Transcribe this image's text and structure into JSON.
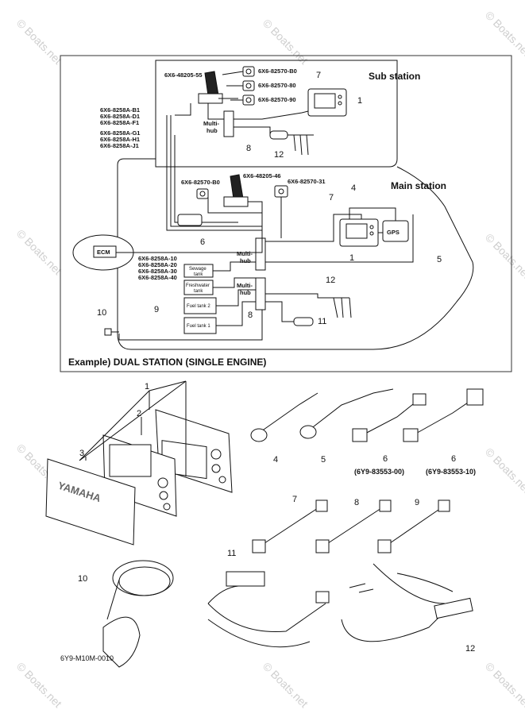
{
  "watermark": "© Boats.net",
  "diagram": {
    "sub_station_title": "Sub station",
    "main_station_title": "Main station",
    "caption": "Example) DUAL STATION (SINGLE ENGINE)",
    "parts_top": {
      "p48205_55": "6X6-48205-55",
      "p82570_b0_a": "6X6-82570-B0",
      "p82570_80": "6X6-82570-80",
      "p82570_90": "6X6-82570-90",
      "p48205_46": "6X6-48205-46",
      "p82570_b0_b": "6X6-82570-B0",
      "p82570_31": "6X6-82570-31",
      "p8258a_b1": "6X6-8258A-B1",
      "p8258a_d1": "6X6-8258A-D1",
      "p8258a_f1": "6X6-8258A-F1",
      "p8258a_g1": "6X6-8258A-G1",
      "p8258a_h1": "6X6-8258A-H1",
      "p8258a_j1": "6X6-8258A-J1",
      "p8258a_10": "6X6-8258A-10",
      "p8258a_20": "6X6-8258A-20",
      "p8258a_30": "6X6-8258A-30",
      "p8258a_40": "6X6-8258A-40"
    },
    "boxes": {
      "multi_hub_1": "Multi-",
      "multi_hub_1b": "hub",
      "multi_hub_2": "Multi-",
      "multi_hub_2b": "hub",
      "multi_hub_3": "Multi-",
      "multi_hub_3b": "hub",
      "ecm": "ECM",
      "gps": "GPS",
      "sewage_tank": "Sewage",
      "sewage_tank_b": "tank",
      "freshwater_tank": "Freshwater",
      "freshwater_tank_b": "tank",
      "fuel_tank_2": "Fuel tank 2",
      "fuel_tank_1": "Fuel tank 1"
    },
    "callouts_top": {
      "c7a": "7",
      "c1a": "1",
      "c8a": "8",
      "c12a": "12",
      "c4": "4",
      "c7b": "7",
      "c1b": "1",
      "c5": "5",
      "c6": "6",
      "c12b": "12",
      "c8b": "8",
      "c11": "11",
      "c9": "9",
      "c10": "10"
    },
    "callouts_bottom": {
      "b1": "1",
      "b2": "2",
      "b3": "3",
      "b4": "4",
      "b5": "5",
      "b6a": "6",
      "b6b": "6",
      "b7": "7",
      "b8": "8",
      "b9": "9",
      "b10": "10",
      "b11": "11",
      "b12": "12"
    },
    "part_codes_bottom": {
      "code_a": "(6Y9-83553-00)",
      "code_b": "(6Y9-83553-10)"
    },
    "bezel_brand": "YAMAHA",
    "drawing_code": "6Y9-M10M-0010"
  },
  "colors": {
    "line": "#111111",
    "watermark": "#cfcfcf",
    "frame": "#333333"
  }
}
